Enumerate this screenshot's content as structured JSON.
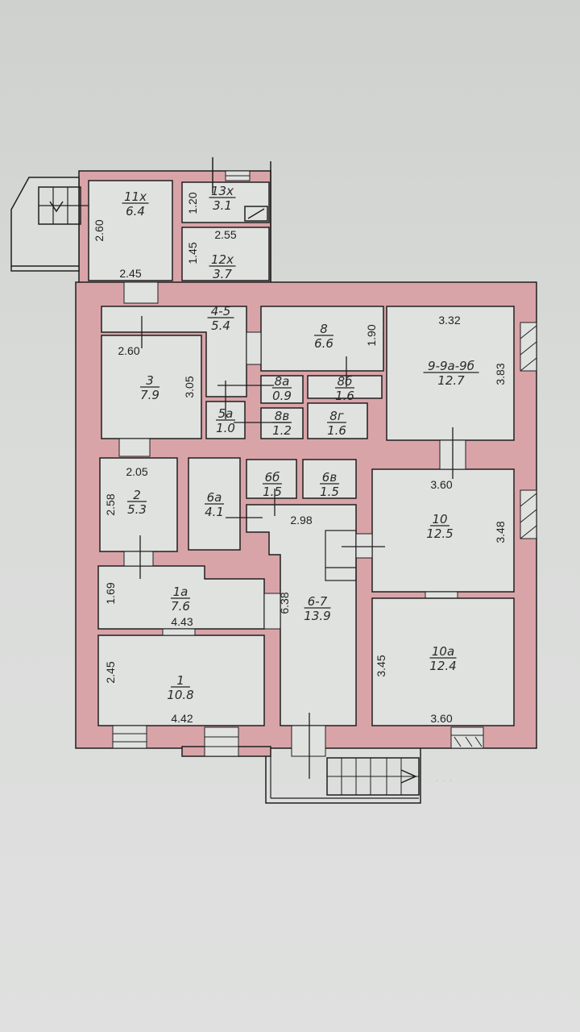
{
  "plan": {
    "title": "",
    "colors": {
      "wall": "#d9a4a8",
      "floor": "#e0e2e0",
      "line": "#1f1f1f",
      "paper": "#d6d8d6"
    },
    "rooms": [
      {
        "id": "11x",
        "area": "6.4"
      },
      {
        "id": "13x",
        "area": "3.1"
      },
      {
        "id": "12x",
        "area": "3.7"
      },
      {
        "id": "4-5",
        "area": "5.4"
      },
      {
        "id": "3",
        "area": "7.9"
      },
      {
        "id": "8",
        "area": "6.6"
      },
      {
        "id": "8a",
        "area": "0.9"
      },
      {
        "id": "8б",
        "area": "1.6"
      },
      {
        "id": "5a",
        "area": "1.0"
      },
      {
        "id": "8в",
        "area": "1.2"
      },
      {
        "id": "8г",
        "area": "1.6"
      },
      {
        "id": "9-9a-9б",
        "area": "12.7"
      },
      {
        "id": "2",
        "area": "5.3"
      },
      {
        "id": "6a",
        "area": "4.1"
      },
      {
        "id": "6б",
        "area": "1.5"
      },
      {
        "id": "6в",
        "area": "1.5"
      },
      {
        "id": "10",
        "area": "12.5"
      },
      {
        "id": "1a",
        "area": "7.6"
      },
      {
        "id": "6-7",
        "area": "13.9"
      },
      {
        "id": "1",
        "area": "10.8"
      },
      {
        "id": "10a",
        "area": "12.4"
      }
    ],
    "dimensions": {
      "d_11x_h": "2.60",
      "d_11x_w": "2.45",
      "d_13x_h": "1.20",
      "d_12x_w": "2.55",
      "d_12x_h": "1.45",
      "d_3_w": "2.60",
      "d_3_h": "3.05",
      "d_8_h": "1.90",
      "d_9_w": "3.32",
      "d_9_h": "3.83",
      "d_2_w": "2.05",
      "d_2_h": "2.58",
      "d_67_w": "2.98",
      "d_67_h": "6.38",
      "d_10_w": "3.60",
      "d_10_h": "3.48",
      "d_1a_h": "1.69",
      "d_1a_w": "4.43",
      "d_1_h": "2.45",
      "d_1_w": "4.42",
      "d_10a_h": "3.45",
      "d_10a_w": "3.60"
    },
    "icons": [
      "stairs-icon",
      "window-icon",
      "door-icon",
      "stove-icon"
    ]
  }
}
